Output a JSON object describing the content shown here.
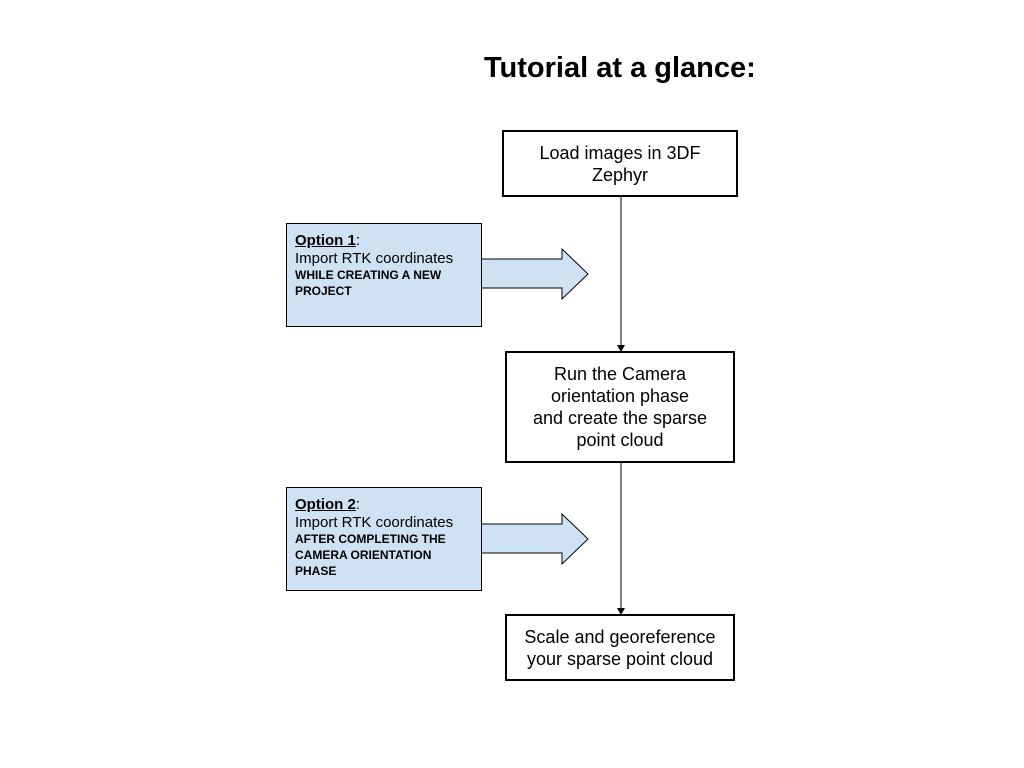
{
  "title": "Tutorial at a glance:",
  "steps": [
    {
      "lines": [
        "Load images in 3DF",
        "Zephyr"
      ]
    },
    {
      "lines": [
        "Run the Camera",
        "orientation phase",
        "and create the sparse",
        "point cloud"
      ]
    },
    {
      "lines": [
        "Scale and georeference",
        "your sparse point cloud"
      ]
    }
  ],
  "options": [
    {
      "name": "Option 1",
      "suffix": ":",
      "line": "Import RTK coordinates",
      "caps": [
        "WHILE CREATING A NEW",
        "PROJECT"
      ]
    },
    {
      "name": "Option 2",
      "suffix": ":",
      "line": "Import RTK coordinates",
      "caps": [
        "AFTER COMPLETING THE",
        "CAMERA ORIENTATION",
        "PHASE"
      ]
    }
  ],
  "colors": {
    "option_fill": "#cfe2f3",
    "stroke": "#000000"
  }
}
